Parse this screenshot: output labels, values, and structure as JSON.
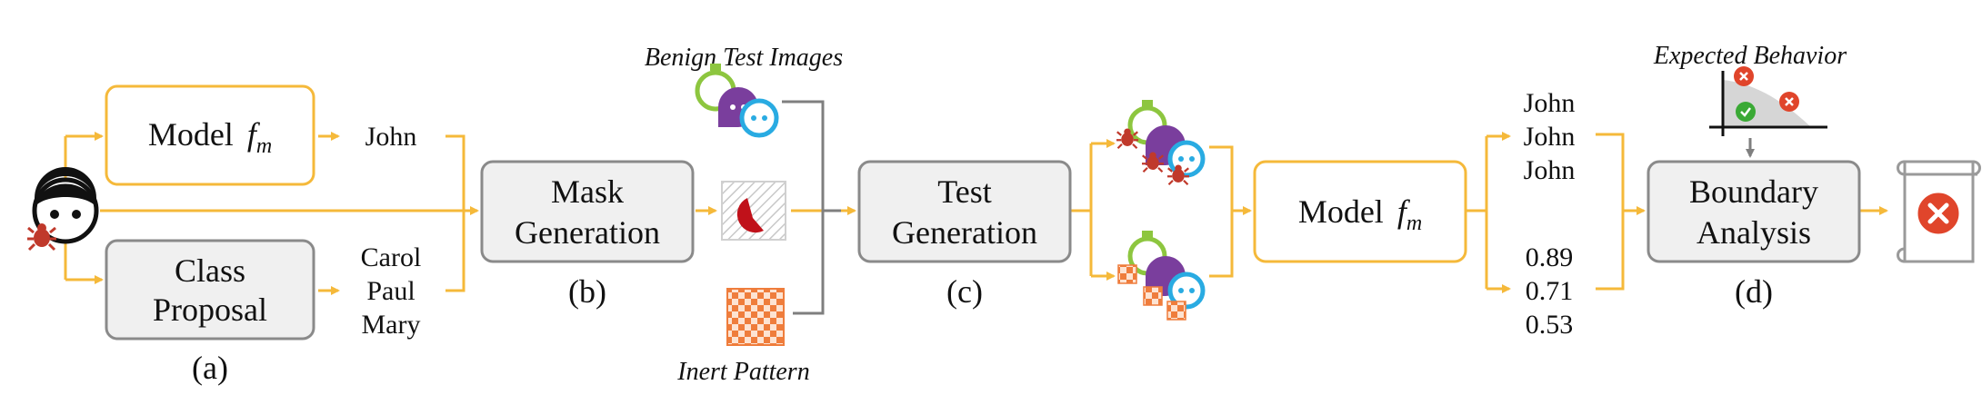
{
  "colors": {
    "arrow": "#f5b93a",
    "box_border_gray": "#8a8a8a",
    "box_fill_gray": "#f0f0f0",
    "box_border_yellow": "#f5b93a",
    "green": "#8dc63f",
    "purple": "#7a3e9d",
    "blue": "#29abe2",
    "red": "#e0452b",
    "orange": "#ef7d3c",
    "gray_line": "#7f7f7f"
  },
  "stage_a": {
    "model_box": {
      "label": "Model",
      "sym": "f",
      "sub": "m"
    },
    "model_output": "John",
    "class_box": {
      "line1": "Class",
      "line2": "Proposal"
    },
    "proposals": [
      "Carol",
      "Paul",
      "Mary"
    ],
    "caption": "(a)"
  },
  "stage_b": {
    "box": {
      "line1": "Mask",
      "line2": "Generation"
    },
    "caption": "(b)",
    "benign_label": "Benign Test Images",
    "inert_label": "Inert Pattern"
  },
  "stage_c": {
    "box": {
      "line1": "Test",
      "line2": "Generation"
    },
    "caption": "(c)"
  },
  "model2": {
    "label": "Model",
    "sym": "f",
    "sub": "m"
  },
  "outputs_top": [
    {
      "text": "John",
      "color": "#8dc63f"
    },
    {
      "text": "John",
      "color": "#7a3e9d"
    },
    {
      "text": "John",
      "color": "#29abe2"
    }
  ],
  "outputs_bottom": [
    {
      "text": "0.89",
      "color": "#8dc63f"
    },
    {
      "text": "0.71",
      "color": "#7a3e9d"
    },
    {
      "text": "0.53",
      "color": "#29abe2"
    }
  ],
  "stage_d": {
    "box": {
      "line1": "Boundary",
      "line2": "Analysis"
    },
    "caption": "(d)",
    "expected_label": "Expected Behavior"
  },
  "icons": {
    "user": "user-face-icon",
    "trojan": "bug-icon",
    "mask": "mask-pattern-icon",
    "inert": "checkerboard-icon",
    "speech": "speech-bubble-icon",
    "scroll": "scroll-icon",
    "reject": "x-circle-icon",
    "accept": "check-circle-icon"
  }
}
